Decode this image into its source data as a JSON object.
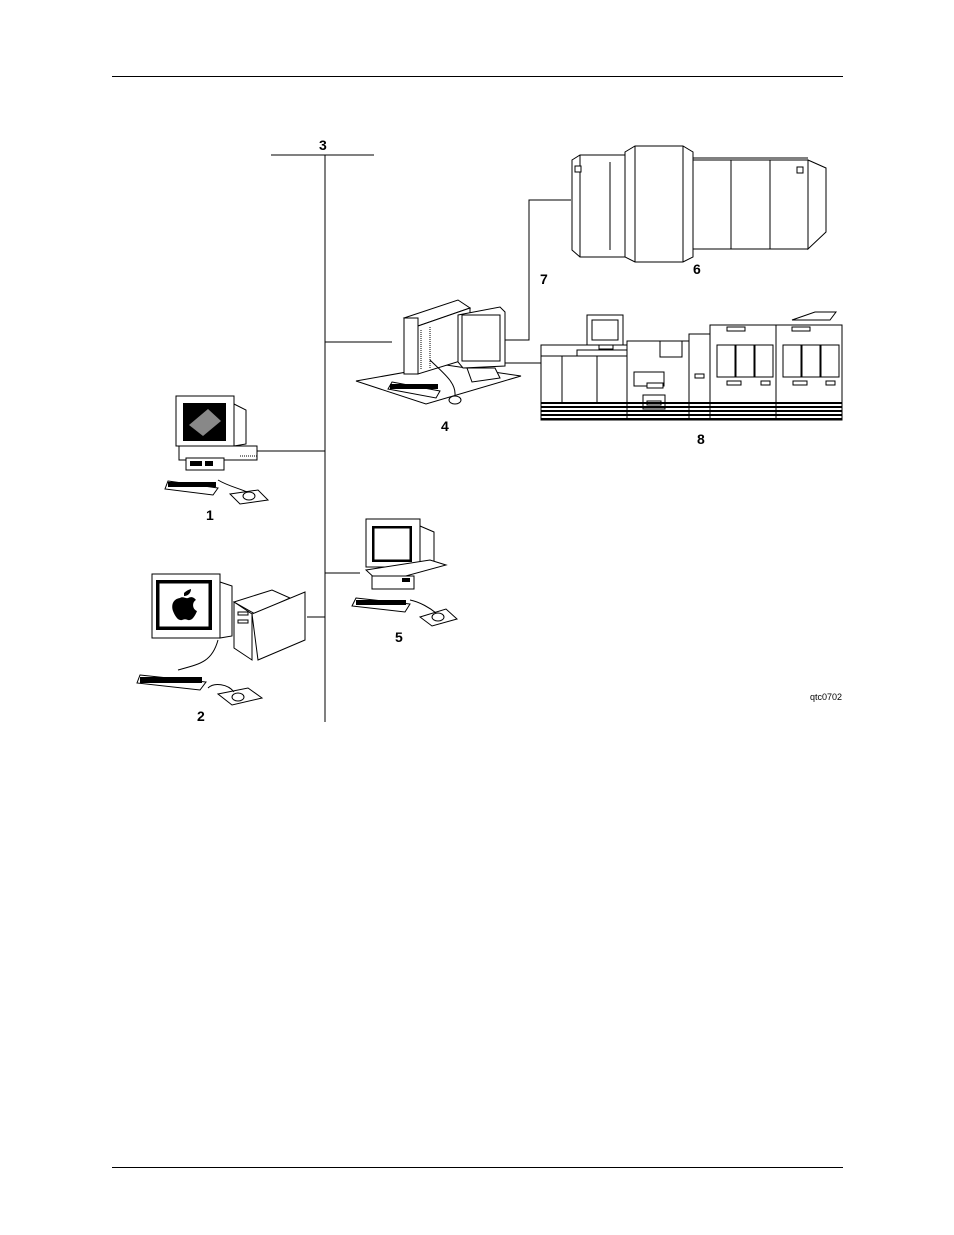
{
  "diagram": {
    "labels": {
      "workstation_pc": "1",
      "workstation_mac": "2",
      "network": "3",
      "print_server": "4",
      "workstation_pc2": "5",
      "printer_large": "6",
      "connection": "7",
      "printer_production": "8"
    },
    "figure_ref": "qtc0702"
  }
}
